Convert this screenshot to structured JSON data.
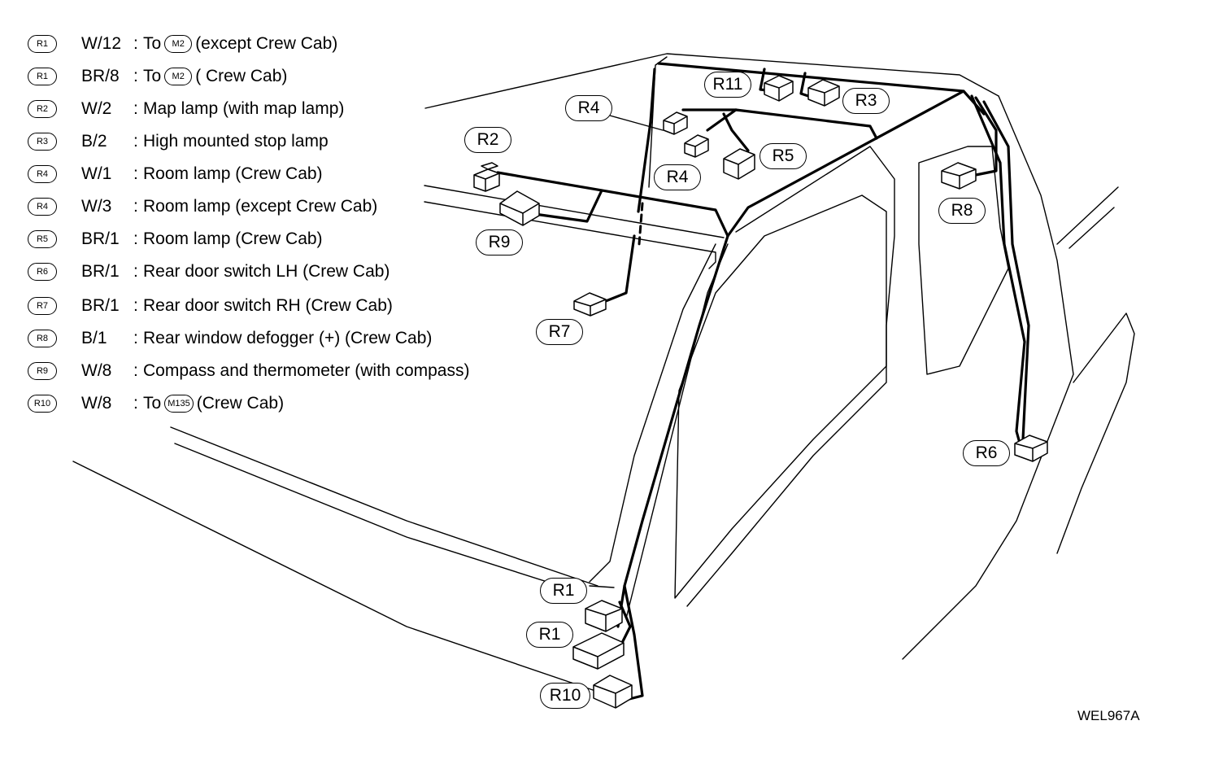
{
  "legend": [
    {
      "id": "R1",
      "wire": "W/12",
      "prefix": "To",
      "ref": "M2",
      "suffix": "(except Crew Cab)"
    },
    {
      "id": "R1",
      "wire": "BR/8",
      "prefix": "To",
      "ref": "M2",
      "suffix": "( Crew Cab)"
    },
    {
      "id": "R2",
      "wire": "W/2",
      "prefix": "Map lamp (with map lamp)",
      "ref": "",
      "suffix": ""
    },
    {
      "id": "R3",
      "wire": "B/2",
      "prefix": "High mounted stop lamp",
      "ref": "",
      "suffix": ""
    },
    {
      "id": "R4",
      "wire": "W/1",
      "prefix": "Room lamp (Crew Cab)",
      "ref": "",
      "suffix": ""
    },
    {
      "id": "R4",
      "wire": "W/3",
      "prefix": "Room lamp (except Crew Cab)",
      "ref": "",
      "suffix": ""
    },
    {
      "id": "R5",
      "wire": "BR/1",
      "prefix": "Room lamp (Crew Cab)",
      "ref": "",
      "suffix": ""
    },
    {
      "id": "R6",
      "wire": "BR/1",
      "prefix": "Rear door switch LH (Crew Cab)",
      "ref": "",
      "suffix": ""
    },
    {
      "id": "R7",
      "wire": "BR/1",
      "prefix": "Rear door switch RH (Crew Cab)",
      "ref": "",
      "suffix": ""
    },
    {
      "id": "R8",
      "wire": "B/1",
      "prefix": "Rear window defogger (+) (Crew Cab)",
      "ref": "",
      "suffix": ""
    },
    {
      "id": "R9",
      "wire": "W/8",
      "prefix": "Compass and thermometer (with compass)",
      "ref": "",
      "suffix": ""
    },
    {
      "id": "R10",
      "wire": "W/8",
      "prefix": "To",
      "ref": "M135",
      "suffix": "(Crew Cab)"
    }
  ],
  "callouts": [
    "R11",
    "R3",
    "R4",
    "R2",
    "R5",
    "R4",
    "R8",
    "R9",
    "R7",
    "R6",
    "R1",
    "R1",
    "R10"
  ],
  "figure_code": "WEL967A"
}
